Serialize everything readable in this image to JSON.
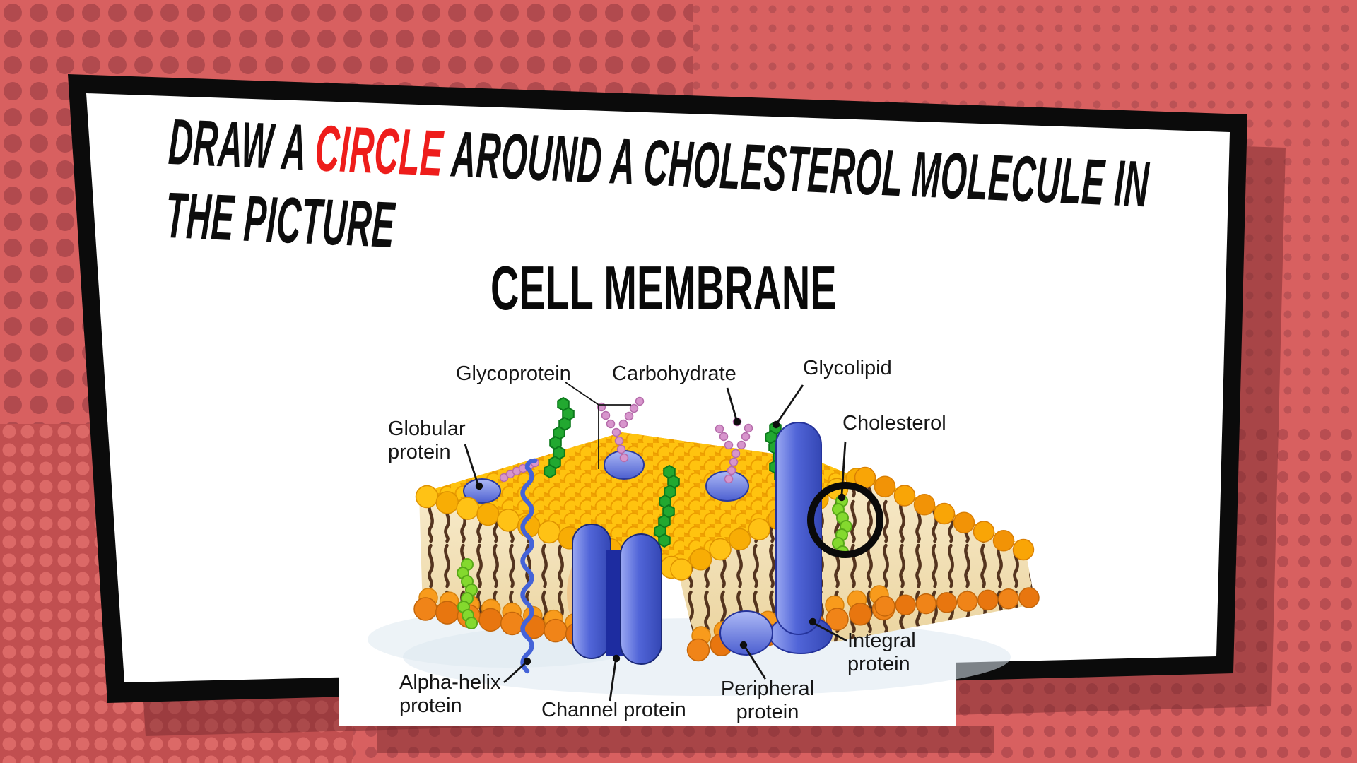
{
  "headline": {
    "part1": "DRAW A ",
    "highlight": "CIRCLE",
    "part2": " AROUND A CHOLESTEROL MOLECULE IN",
    "line2": "THE PICTURE",
    "highlight_color": "#EE1D1B"
  },
  "diagram": {
    "title": "CELL MEMBRANE",
    "labels": {
      "glycoprotein": "Glycoprotein",
      "carbohydrate": "Carbohydrate",
      "glycolipid": "Glycolipid",
      "cholesterol": "Cholesterol",
      "globular_protein": "Globular\nprotein",
      "alpha_helix_protein": "Alpha-helix\nprotein",
      "channel_protein": "Channel protein",
      "peripheral_protein": "Peripheral\nprotein",
      "integral_protein": "Integral\nprotein"
    },
    "annotation": {
      "shape": "circle",
      "marks": "Cholesterol molecule"
    }
  },
  "palette": {
    "background": "#D86060",
    "halftone_dark": "#B14A4E",
    "halftone_light": "#DC6967",
    "card_border": "#0B0B0B",
    "card_fill": "#FFFFFF",
    "accent_red": "#EE1D1B",
    "lipid_yellow": "#FFC215",
    "lipid_orange": "#F08418",
    "protein_blue": "#5A6EDC",
    "glyco_green": "#22A830",
    "cholesterol_lime": "#84D92E",
    "carbohydrate_pink": "#D795CC",
    "label_color": "#161616"
  }
}
